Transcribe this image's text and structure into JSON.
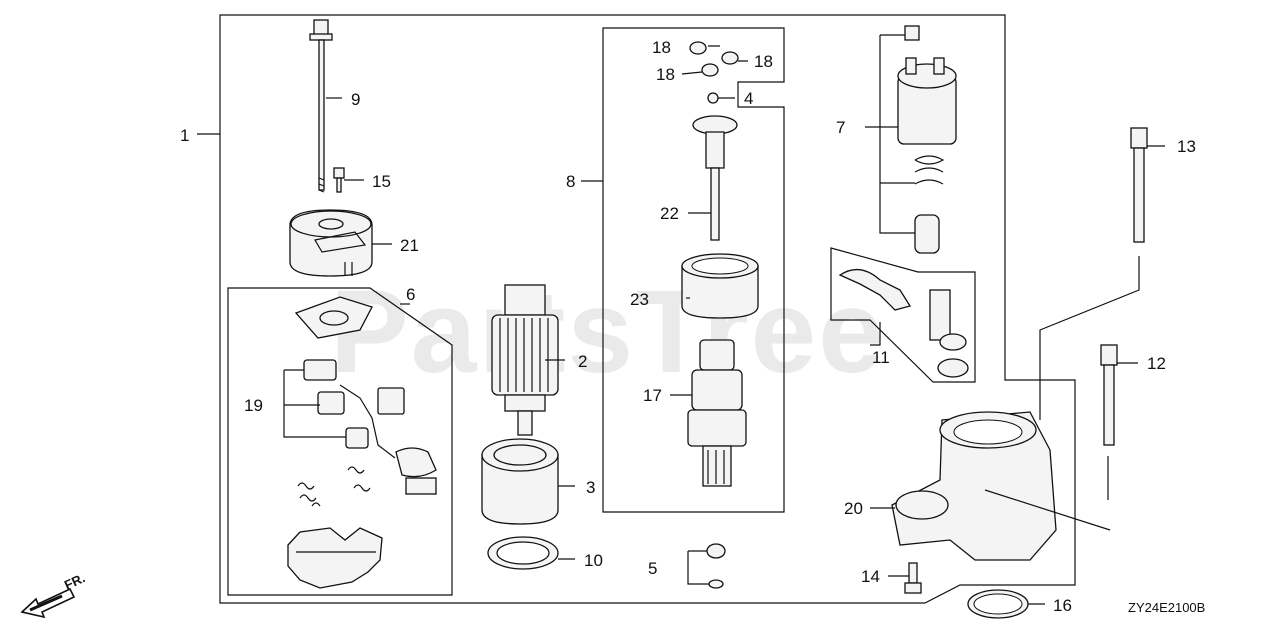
{
  "diagram": {
    "code": "ZY24E2100B",
    "direction_label": "FR.",
    "watermark": "PartsTree",
    "callouts": {
      "c1": "1",
      "c2": "2",
      "c3": "3",
      "c4": "4",
      "c5": "5",
      "c6": "6",
      "c7": "7",
      "c8": "8",
      "c9": "9",
      "c10": "10",
      "c11": "11",
      "c12": "12",
      "c13": "13",
      "c14": "14",
      "c15": "15",
      "c16": "16",
      "c17": "17",
      "c18a": "18",
      "c18b": "18",
      "c18c": "18",
      "c19": "19",
      "c20": "20",
      "c21": "21",
      "c22": "22",
      "c23": "23"
    }
  }
}
